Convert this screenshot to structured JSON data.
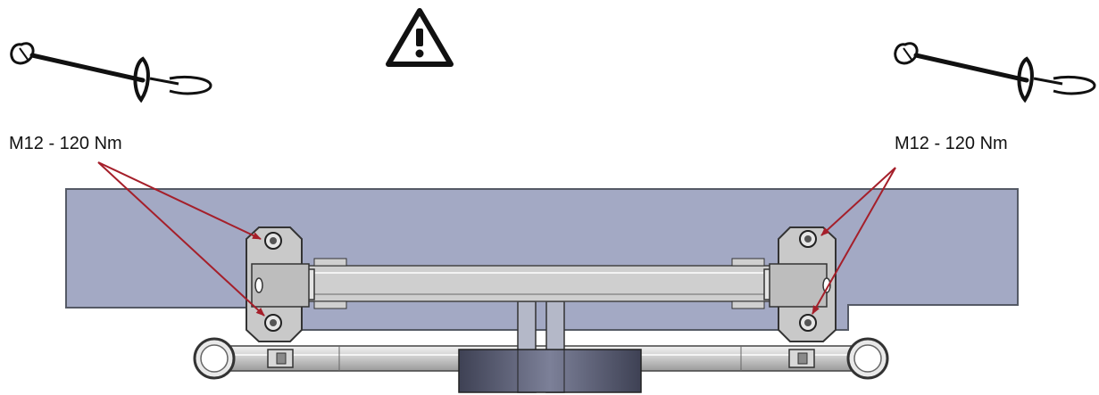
{
  "labels": {
    "left_torque": "M12 - 120 Nm",
    "right_torque": "M12 - 120 Nm"
  },
  "icons": [
    "warning-triangle-icon",
    "torque-wrench-icon-left",
    "torque-wrench-icon-right"
  ],
  "colors": {
    "plate": "#a3a9c4",
    "plate_stroke": "#555a66",
    "arrow": "#a51f2a",
    "metal": "#c9c9c9",
    "dark_block": "#4c4f63"
  }
}
